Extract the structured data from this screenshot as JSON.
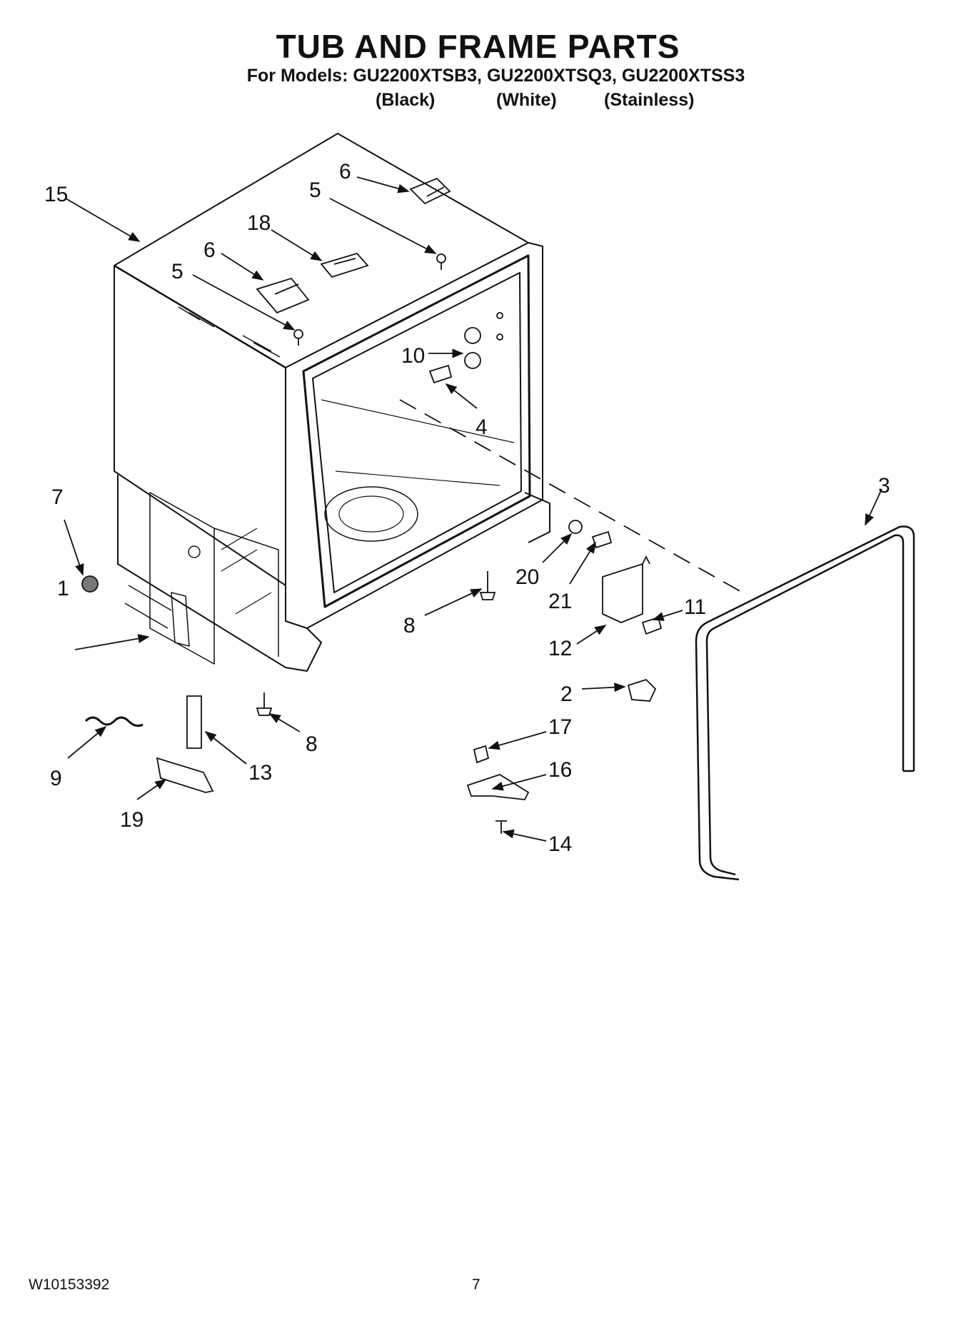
{
  "header": {
    "title": "TUB AND FRAME PARTS",
    "models_line": "For Models: GU2200XTSB3, GU2200XTSQ3, GU2200XTSS3",
    "variants": [
      "(Black)",
      "(White)",
      "(Stainless)"
    ]
  },
  "callouts": {
    "c1": "1",
    "c2": "2",
    "c3": "3",
    "c4": "4",
    "c5a": "5",
    "c5b": "5",
    "c6a": "6",
    "c6b": "6",
    "c7": "7",
    "c8a": "8",
    "c8b": "8",
    "c9": "9",
    "c10": "10",
    "c11": "11",
    "c12": "12",
    "c13": "13",
    "c14": "14",
    "c15": "15",
    "c16": "16",
    "c17": "17",
    "c18": "18",
    "c19": "19",
    "c20": "20",
    "c21": "21"
  },
  "footer": {
    "doc_number": "W10153392",
    "page_number": "7"
  }
}
